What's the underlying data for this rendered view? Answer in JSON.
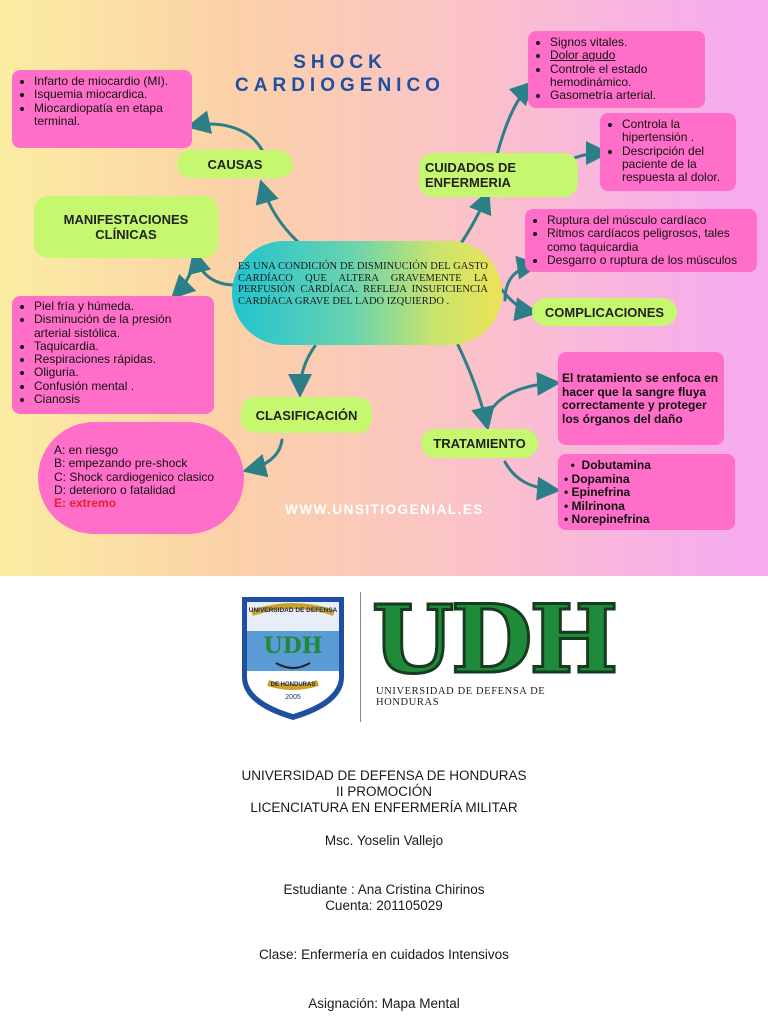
{
  "title": {
    "line1": "SHOCK",
    "line2": "CARDIOGENICO"
  },
  "center_text": "ES UNA CONDICIÓN DE DISMINUCIÓN DEL GASTO CARDÍACO QUE ALTERA GRAVEMENTE LA PERFUSIÓN CARDÍACA. REFLEJA INSUFICIENCIA CARDÍACA GRAVE DEL LADO IZQUIERDO .",
  "causas": {
    "label": "CAUSAS",
    "items": [
      "Infarto de miocardio (MI).",
      "Isquemia miocardica.",
      "Miocardiopatía en etapa terminal."
    ]
  },
  "manifestaciones": {
    "label": "MANIFESTACIONES CLÍNICAS",
    "items": [
      "Piel fría y húmeda.",
      "Disminución de la presión arterial sistólica.",
      "Taquicardia.",
      "Respiraciones rápidas.",
      "Oliguria.",
      "Confusión mental .",
      "Cianosis"
    ]
  },
  "clasificacion": {
    "label": "CLASIFICACIÓN",
    "items": [
      "A: en riesgo",
      "B: empezando pre-shock",
      "C: Shock cardiogenico clasico",
      "D: deterioro o fatalidad",
      "E: extremo"
    ]
  },
  "cuidados": {
    "label": "CUIDADOS DE ENFERMERIA",
    "items_a": [
      "Signos vitales.",
      "Dolor agudo",
      "Controle el estado hemodinámico.",
      "Gasometría arterial."
    ],
    "items_b": [
      "Controla la hipertensión .",
      "Descripción del paciente de la respuesta al dolor."
    ]
  },
  "complicaciones": {
    "label": "COMPLICACIONES",
    "items": [
      "Ruptura del músculo cardíaco",
      "Ritmos cardíacos peligrosos, tales como taquicardia",
      "Desgarro o ruptura de los músculos"
    ]
  },
  "tratamiento": {
    "label": "TRATAMIENTO",
    "description": "El tratamiento se enfoca en hacer que la sangre fluya correctamente y proteger los órganos del daño",
    "drugs": [
      "Dobutamina",
      "Dopamina",
      "Epinefrina",
      "Milrinona",
      "Norepinefrina"
    ]
  },
  "watermark": "WWW.UNSITIOGENIAL.ES",
  "logo": {
    "shield_top": "UNIVERSIDAD DE DEFENSA",
    "shield_letters": "UDH",
    "shield_bottom": "DE HONDURAS",
    "shield_year": "2005",
    "big_letters": "UDH",
    "subtitle": "UNIVERSIDAD DE DEFENSA DE HONDURAS"
  },
  "info": {
    "university": "UNIVERSIDAD DE DEFENSA DE HONDURAS",
    "promotion": "II PROMOCIÓN",
    "program": "LICENCIATURA EN ENFERMERÍA MILITAR",
    "teacher": "Msc. Yoselin Vallejo",
    "student": "Estudiante : Ana Cristina Chirinos",
    "account": "Cuenta: 201105029",
    "class": "Clase: Enfermería en cuidados Intensivos",
    "assignment": "Asignación: Mapa Mental"
  },
  "colors": {
    "pink_box": "#ff6fc9",
    "green_box": "#c5f86e",
    "arrow": "#2c7f86",
    "title": "#1e4fa0",
    "extreme_red": "#e8202a",
    "udh_green": "#1f8a3a"
  }
}
